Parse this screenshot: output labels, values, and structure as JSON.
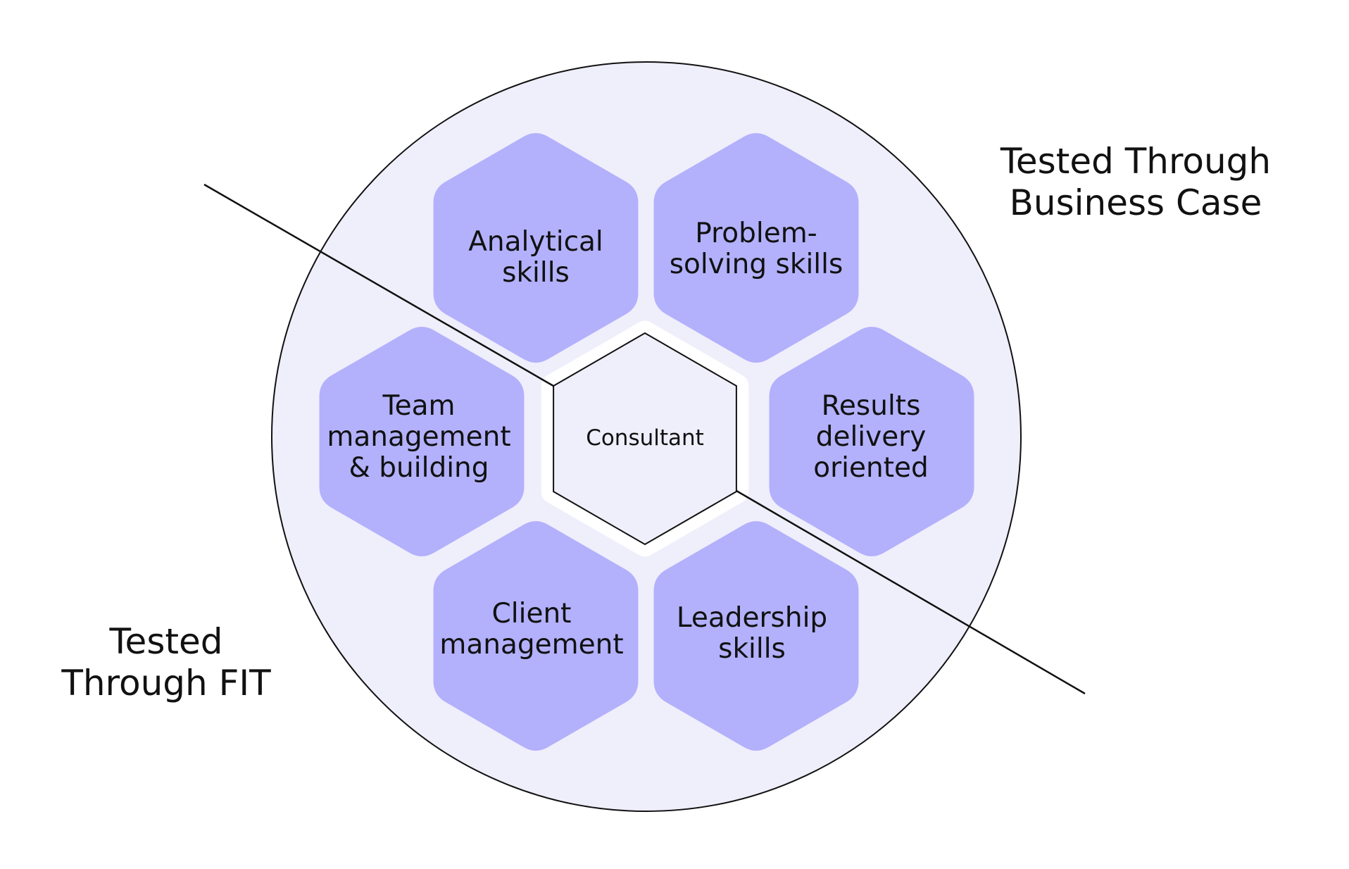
{
  "diagram": {
    "center": {
      "label": "Consultant"
    },
    "skills": [
      {
        "id": "analytical",
        "lines": [
          "Analytical",
          "skills"
        ]
      },
      {
        "id": "problem-solving",
        "lines": [
          "Problem-",
          "solving skills"
        ]
      },
      {
        "id": "team-management",
        "lines": [
          "Team",
          "management",
          "& building"
        ]
      },
      {
        "id": "results-delivery",
        "lines": [
          "Results",
          "delivery",
          "oriented"
        ]
      },
      {
        "id": "client-management",
        "lines": [
          "Client",
          "management"
        ]
      },
      {
        "id": "leadership",
        "lines": [
          "Leadership",
          "skills"
        ]
      }
    ],
    "regions": {
      "business_case": {
        "lines": [
          "Tested Through",
          "Business Case"
        ]
      },
      "fit": {
        "lines": [
          "Tested",
          "Through FIT"
        ]
      }
    },
    "colors": {
      "circle_fill": "#efeefb",
      "hex_fill": "#b3b1fc",
      "center_fill": "#efeefb",
      "line": "#111111"
    }
  }
}
